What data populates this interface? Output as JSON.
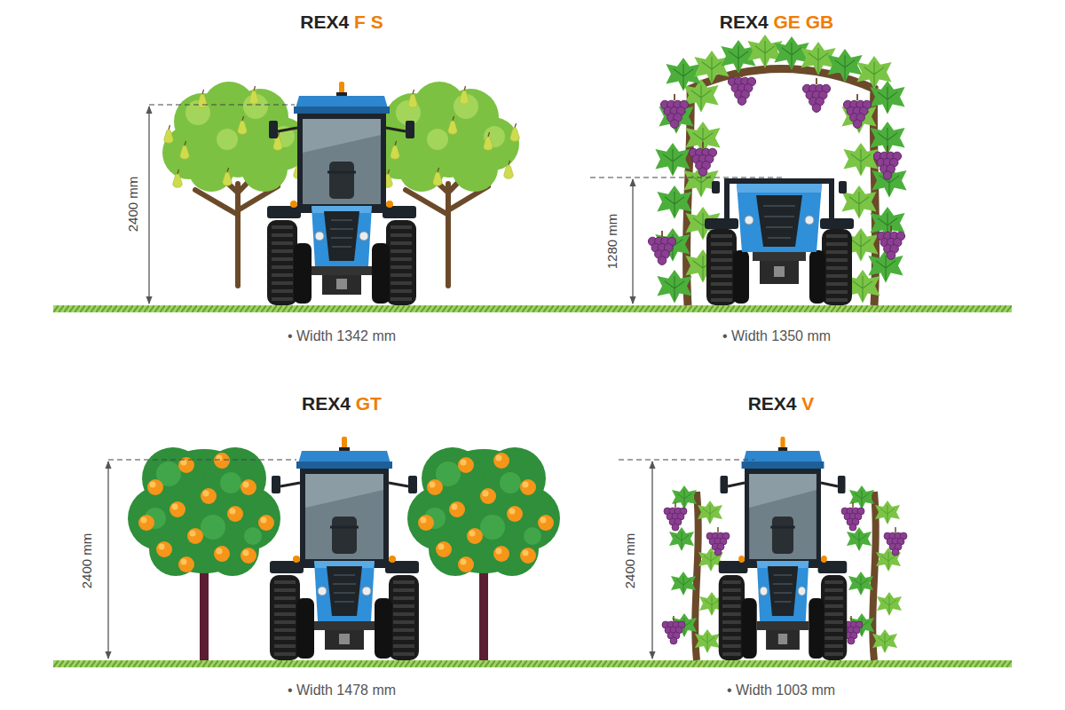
{
  "diagram": {
    "labels": [
      "REX4 F S",
      "2400 mm",
      "• Width 1342 mm",
      "REX4 GE GB",
      "1280 mm",
      "• Width 1350 mm",
      "REX4 GT",
      "2400 mm",
      "• Width 1478 mm",
      "REX4 V",
      "2400 mm",
      "• Width 1003 mm"
    ]
  }
}
